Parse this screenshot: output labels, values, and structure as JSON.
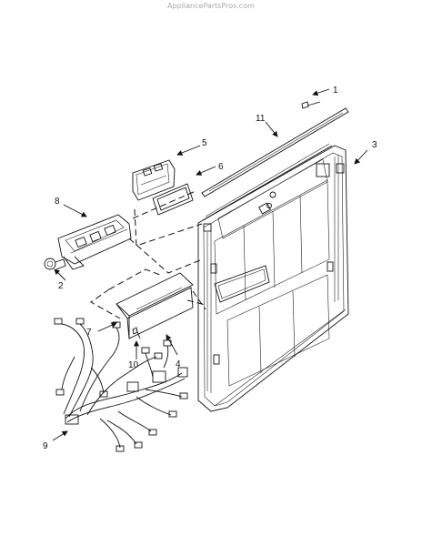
{
  "watermark": "AppliancePartsPros.com",
  "callouts": {
    "c1": "1",
    "c2": "2",
    "c3": "3",
    "c4": "4",
    "c5": "5",
    "c6": "6",
    "c7": "7",
    "c8": "8",
    "c9": "9",
    "c10": "10",
    "c11": "11"
  },
  "colors": {
    "line": "#111111",
    "shade": "#cfcfcf",
    "background": "#ffffff"
  }
}
